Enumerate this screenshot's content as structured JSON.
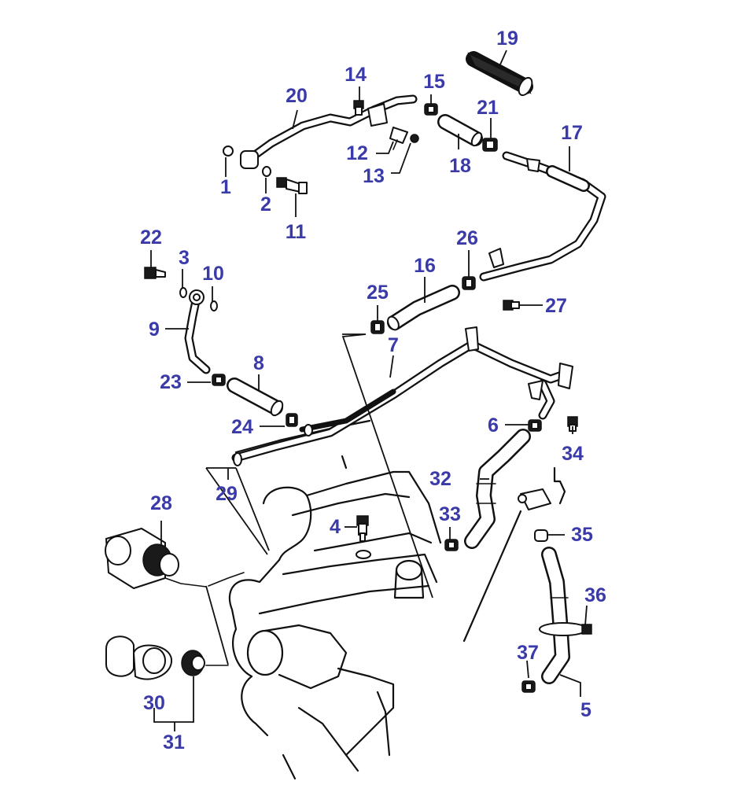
{
  "callouts": {
    "c1": "1",
    "c2": "2",
    "c3": "3",
    "c4": "4",
    "c5": "5",
    "c6": "6",
    "c7": "7",
    "c8": "8",
    "c9": "9",
    "c10": "10",
    "c11": "11",
    "c12": "12",
    "c13": "13",
    "c14": "14",
    "c15": "15",
    "c16": "16",
    "c17": "17",
    "c18": "18",
    "c19": "19",
    "c20": "20",
    "c21": "21",
    "c22": "22",
    "c23": "23",
    "c24": "24",
    "c25": "25",
    "c26": "26",
    "c27": "27",
    "c28": "28",
    "c29": "29",
    "c30": "30",
    "c31": "31",
    "c32": "32",
    "c33": "33",
    "c34": "34",
    "c35": "35",
    "c36": "36",
    "c37": "37"
  },
  "colors": {
    "callout": "#3a3aa8",
    "line": "#111111",
    "background": "#ffffff"
  }
}
